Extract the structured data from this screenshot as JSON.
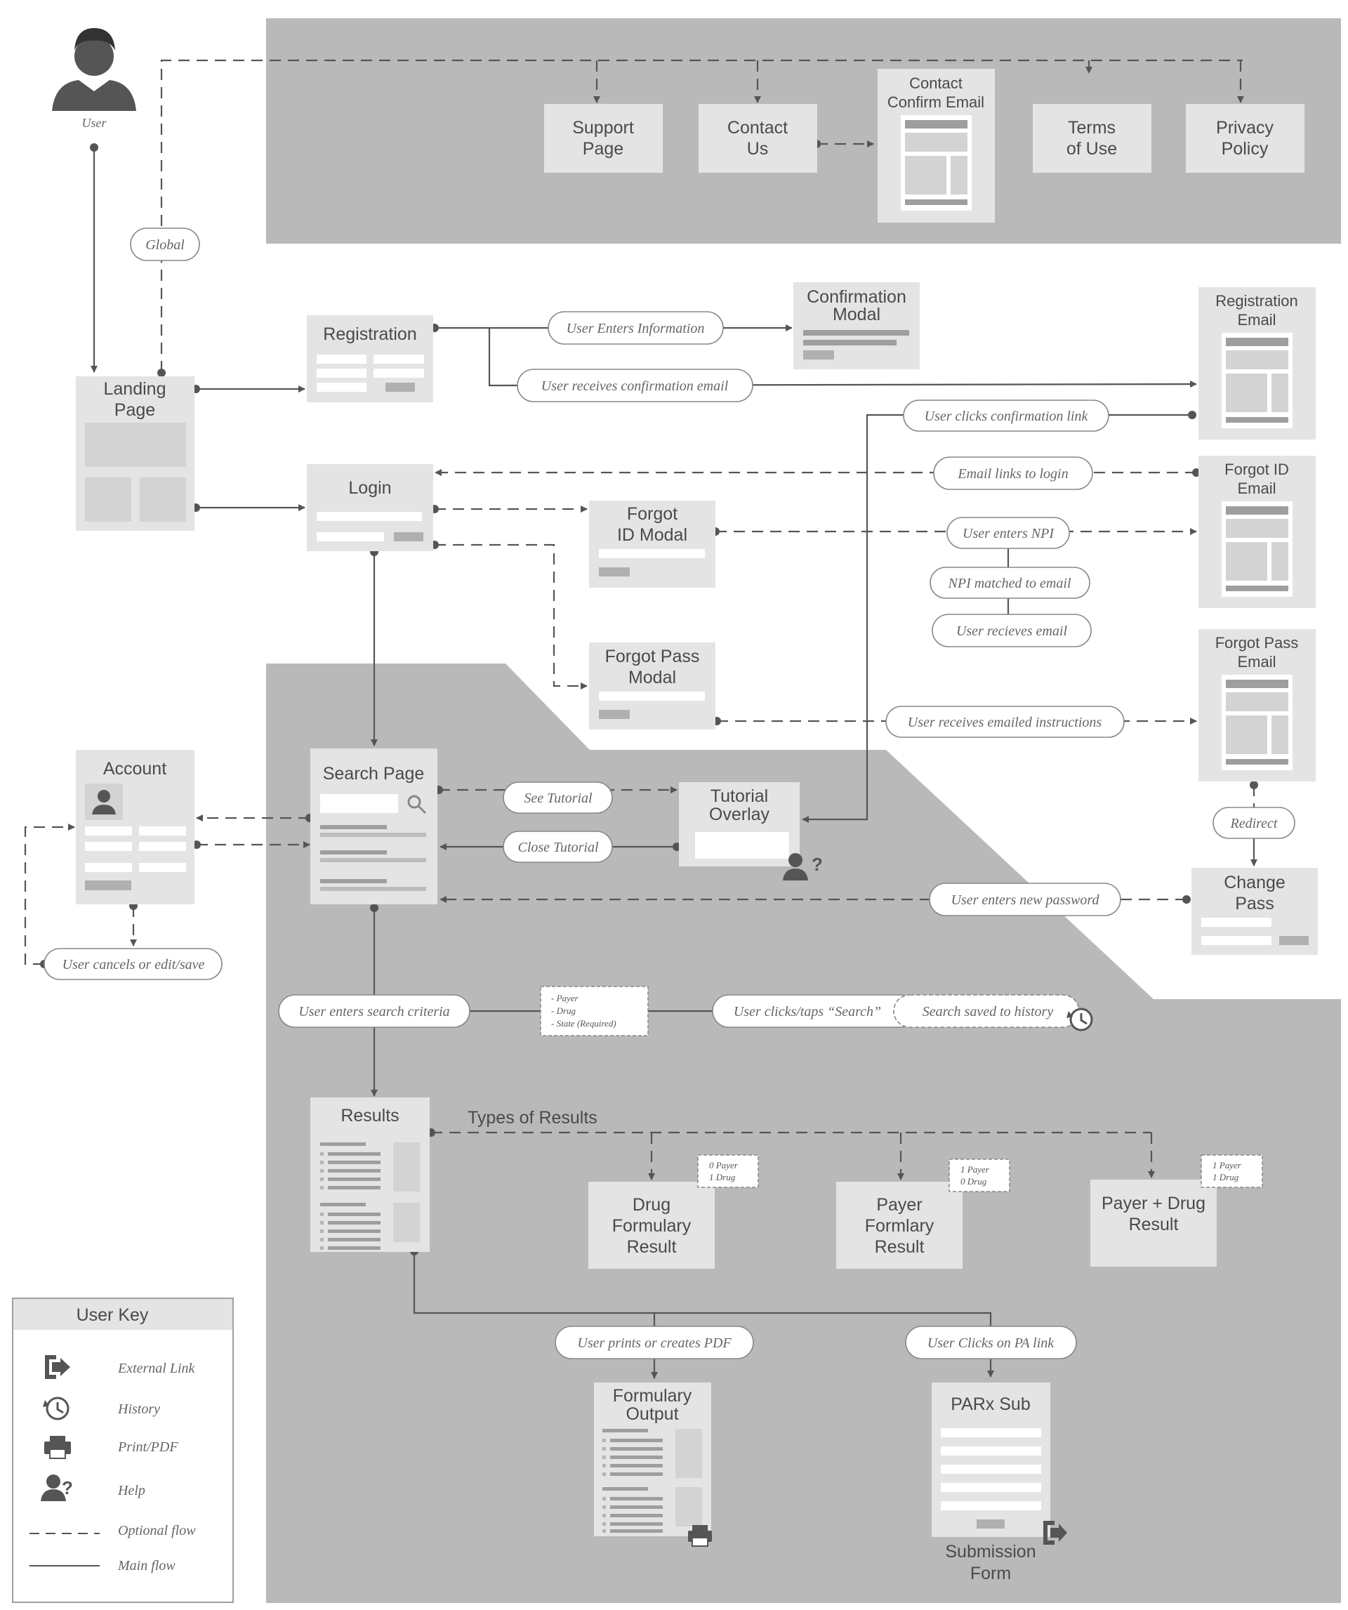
{
  "user": {
    "label": "User"
  },
  "global": {
    "label": "Global"
  },
  "nodes": {
    "support_page": [
      "Support",
      "Page"
    ],
    "contact_us": [
      "Contact",
      "Us"
    ],
    "contact_confirm_email": [
      "Contact",
      "Confirm Email"
    ],
    "terms_of_use": [
      "Terms",
      "of Use"
    ],
    "privacy_policy": [
      "Privacy",
      "Policy"
    ],
    "landing_page": [
      "Landing",
      "Page"
    ],
    "registration": [
      "Registration"
    ],
    "confirmation_modal": [
      "Confirmation",
      "Modal"
    ],
    "registration_email": [
      "Registration",
      "Email"
    ],
    "login": [
      "Login"
    ],
    "forgot_id_modal": [
      "Forgot",
      "ID Modal"
    ],
    "forgot_id_email": [
      "Forgot ID",
      "Email"
    ],
    "forgot_pass_modal": [
      "Forgot Pass",
      "Modal"
    ],
    "forgot_pass_email": [
      "Forgot Pass",
      "Email"
    ],
    "account": [
      "Account"
    ],
    "search_page": [
      "Search Page"
    ],
    "tutorial_overlay": [
      "Tutorial",
      "Overlay"
    ],
    "change_pass": [
      "Change",
      "Pass"
    ],
    "results": [
      "Results"
    ],
    "drug_formulary_result": [
      "Drug",
      "Formulary",
      "Result"
    ],
    "payer_formulary_result": [
      "Payer",
      "Formlary",
      "Result"
    ],
    "payer_drug_result": [
      "Payer + Drug",
      "Result"
    ],
    "formulary_output": [
      "Formulary",
      "Output"
    ],
    "parx_sub": [
      "PARx Sub"
    ],
    "submission_form": [
      "Submission",
      "Form"
    ]
  },
  "labels": {
    "user_enters_information": "User Enters Information",
    "user_receives_confirmation_email": "User receives confirmation email",
    "user_clicks_confirmation_link": "User clicks confirmation link",
    "email_links_to_login": "Email links to login",
    "user_enters_npi": "User enters NPI",
    "npi_matched_to_email": "NPI matched to email",
    "user_recieves_email": "User recieves email",
    "user_receives_emailed_instructions": "User receives emailed instructions",
    "see_tutorial": "See Tutorial",
    "close_tutorial": "Close Tutorial",
    "redirect": "Redirect",
    "user_enters_new_password": "User enters new password",
    "user_cancels_or_edit_save": "User cancels or edit/save",
    "user_enters_search_criteria": "User enters search criteria",
    "user_clicks_taps_search": "User clicks/taps “Search”",
    "search_saved_to_history": "Search saved to history",
    "types_of_results": "Types of Results",
    "user_prints_or_creates_pdf": "User prints or creates PDF",
    "user_clicks_on_pa_link": "User Clicks on PA link"
  },
  "notes": {
    "search_criteria": [
      "- Payer",
      "- Drug",
      "- State (Required)"
    ],
    "drug_formulary": [
      "0 Payer",
      "1 Drug"
    ],
    "payer_formulary": [
      "1 Payer",
      "0 Drug"
    ],
    "payer_drug": [
      "1 Payer",
      "1 Drug"
    ]
  },
  "user_key": {
    "title": "User Key",
    "items": [
      {
        "icon": "external-link-icon",
        "label": "External Link"
      },
      {
        "icon": "history-icon",
        "label": "History"
      },
      {
        "icon": "print-icon",
        "label": "Print/PDF"
      },
      {
        "icon": "help-icon",
        "label": "Help"
      },
      {
        "icon": "dashed-line",
        "label": "Optional flow"
      },
      {
        "icon": "solid-line",
        "label": "Main flow"
      }
    ]
  },
  "colors": {
    "band_gray": "#b9b9ba",
    "node_fill": "#e4e4e4",
    "line": "#555555"
  }
}
